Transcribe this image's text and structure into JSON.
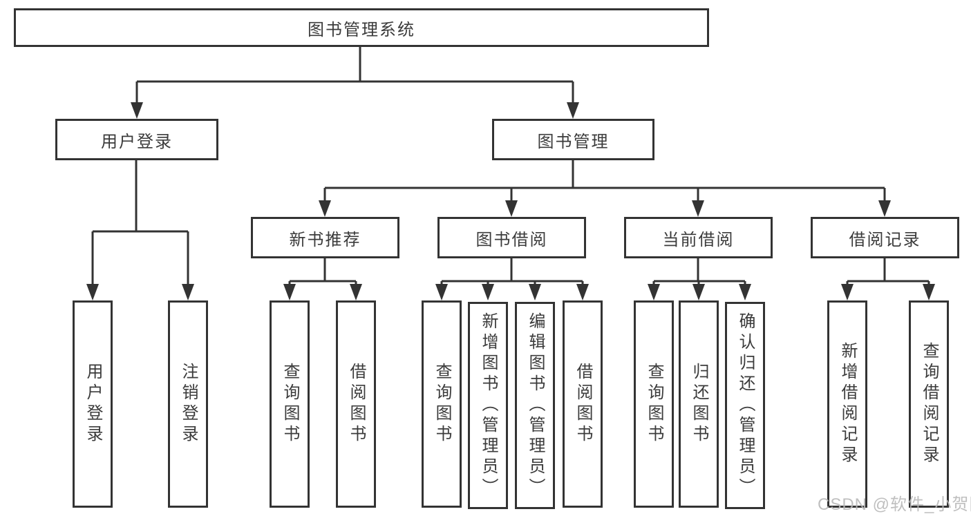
{
  "diagram": {
    "root": {
      "label": "图书管理系统"
    },
    "level2": [
      {
        "label": "用户登录"
      },
      {
        "label": "图书管理"
      }
    ],
    "level3": [
      {
        "label": "新书推荐"
      },
      {
        "label": "图书借阅"
      },
      {
        "label": "当前借阅"
      },
      {
        "label": "借阅记录"
      }
    ],
    "leaves": {
      "user_login": [
        {
          "label": "用户登录"
        },
        {
          "label": "注销登录"
        }
      ],
      "new_book": [
        {
          "label": "查询图书"
        },
        {
          "label": "借阅图书"
        }
      ],
      "borrow": [
        {
          "label": "查询图书"
        },
        {
          "label": "新增图书（管理员）"
        },
        {
          "label": "编辑图书（管理员）"
        },
        {
          "label": "借阅图书"
        }
      ],
      "current": [
        {
          "label": "查询图书"
        },
        {
          "label": "归还图书"
        },
        {
          "label": "确认归还（管理员）"
        }
      ],
      "records": [
        {
          "label": "新增借阅记录"
        },
        {
          "label": "查询借阅记录"
        }
      ]
    },
    "line_color": "#333333",
    "text_color": "#3b3b3b"
  },
  "watermark": {
    "text": "CSDN @软件_小贺同学"
  }
}
